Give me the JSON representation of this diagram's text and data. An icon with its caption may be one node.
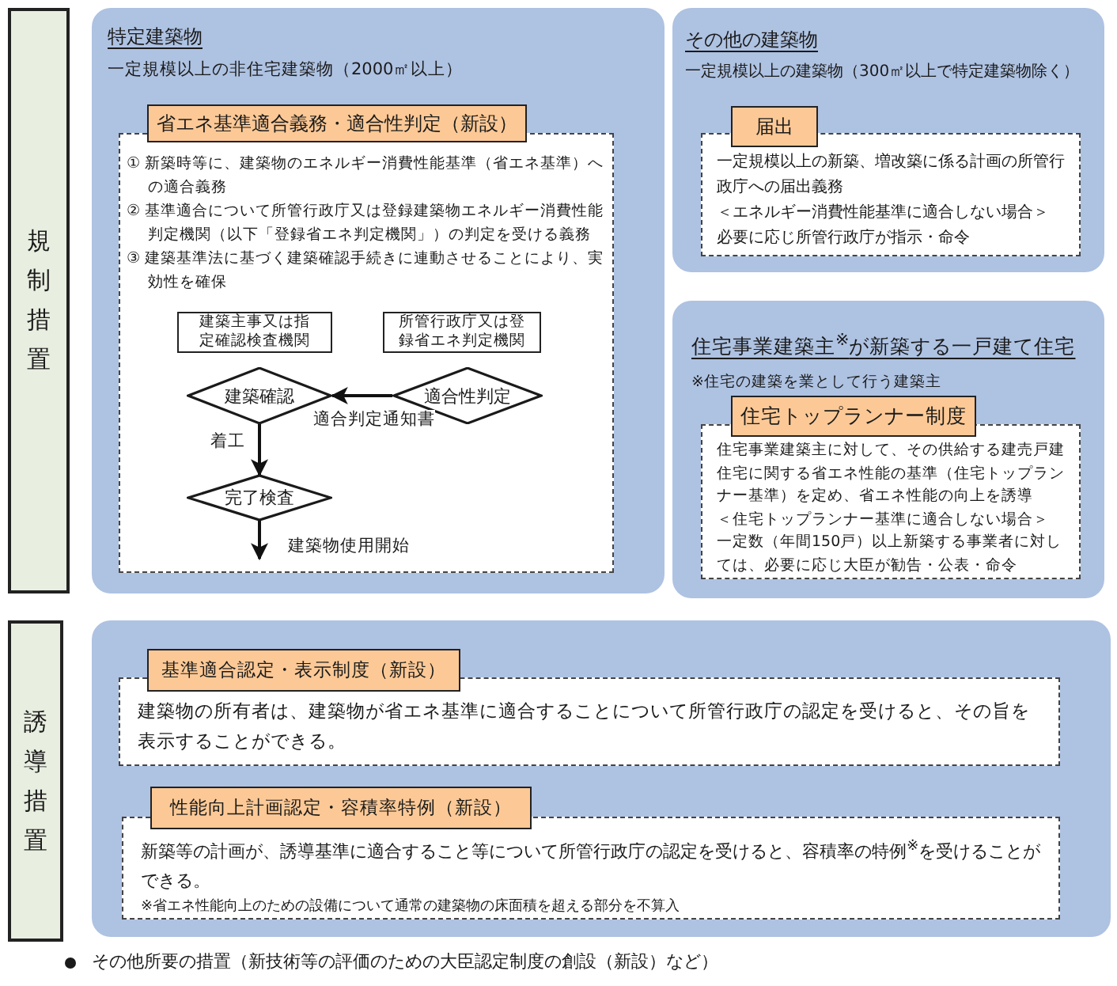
{
  "diagram": {
    "nodes": [
      {
        "text": [
          "規制措置"
        ]
      },
      {
        "text": [
          "特定建築物",
          "一定規模以上の非住宅建築物（2000㎡以上）"
        ]
      },
      {
        "text": [
          "省エネ基準適合義務・適合性判定（新設）"
        ],
        "in": 1
      },
      {
        "text": [
          "① 新築時等に、建築物のエネルギー消費性能基準（省エネ基準）への適合義務",
          "② 基準適合について所管行政庁又は登録建築物エネルギー消費性能判定機関（以下「登録省エネ判定機関」）の判定を受ける義務",
          "③ 建築基準法に基づく建築確認手続きに連動させることにより、実効性を確保"
        ],
        "in": 1
      },
      {
        "text": [
          "建築主事又は指定確認検査機関"
        ],
        "in": 3
      },
      {
        "text": [
          "所管行政庁又は登録省エネ判定機関"
        ],
        "in": 3
      },
      {
        "text": [
          "建築確認"
        ],
        "in": 3
      },
      {
        "text": [
          "適合性判定"
        ],
        "in": 3
      },
      {
        "text": [
          "完了検査"
        ],
        "in": 3
      },
      {
        "text": [
          "その他の建築物",
          "一定規模以上の建築物（300㎡以上で特定建築物除く）"
        ]
      },
      {
        "text": [
          "届出"
        ],
        "in": 9
      },
      {
        "text": [
          "一定規模以上の新築、増改築に係る計画の所管行政庁への届出義務",
          "＜エネルギー消費性能基準に適合しない場合＞",
          "必要に応じ所管行政庁が指示・命令"
        ],
        "in": 9
      },
      {
        "text": [
          "住宅事業建築主$^{※}$が新築する一戸建て住宅",
          "※住宅の建築を業として行う建築主"
        ]
      },
      {
        "text": [
          "住宅トップランナー制度"
        ],
        "in": 12
      },
      {
        "text": [
          "住宅事業建築主に対して、その供給する建売戸建住宅に関する省エネ性能の基準（住宅トップランナー基準）を定め、省エネ性能の向上を誘導",
          "＜住宅トップランナー基準に適合しない場合＞",
          "一定数（年間150戸）以上新築する事業者に対しては、必要に応じ大臣が勧告・公表・命令"
        ],
        "in": 12
      },
      {
        "text": [
          "誘導措置"
        ]
      },
      {
        "text": [],
        "shape": "box"
      },
      {
        "text": [
          "基準適合認定・表示制度（新設）"
        ],
        "in": 16
      },
      {
        "text": [
          "建築物の所有者は、建築物が省エネ基準に適合することについて所管行政庁の認定を受けると、その旨を表示することができる。"
        ],
        "in": 16
      },
      {
        "text": [
          "性能向上計画認定・容積率特例（新設）"
        ],
        "in": 16
      },
      {
        "text": [
          "新築等の計画が、誘導基準に適合すること等について所管行政庁の認定を受けると、容積率の特例$^{※}$を受けることができる。",
          "※省エネ性能向上のための設備について通常の建築物の床面積を超える部分を不算入"
        ],
        "in": 16
      }
    ],
    "edges": [
      {
        "from": 7,
        "to": 6,
        "arrow": "to",
        "label": "適合判定通知書"
      },
      {
        "from": 6,
        "to": 8,
        "arrow": "to",
        "label": "着工"
      },
      {
        "from": 8,
        "to": null,
        "arrow": "to",
        "label": "建築物使用開始"
      }
    ],
    "labels": [
      "その他所要の措置（新技術等の評価のための大臣認定制度の創設（新設）など）"
    ]
  }
}
